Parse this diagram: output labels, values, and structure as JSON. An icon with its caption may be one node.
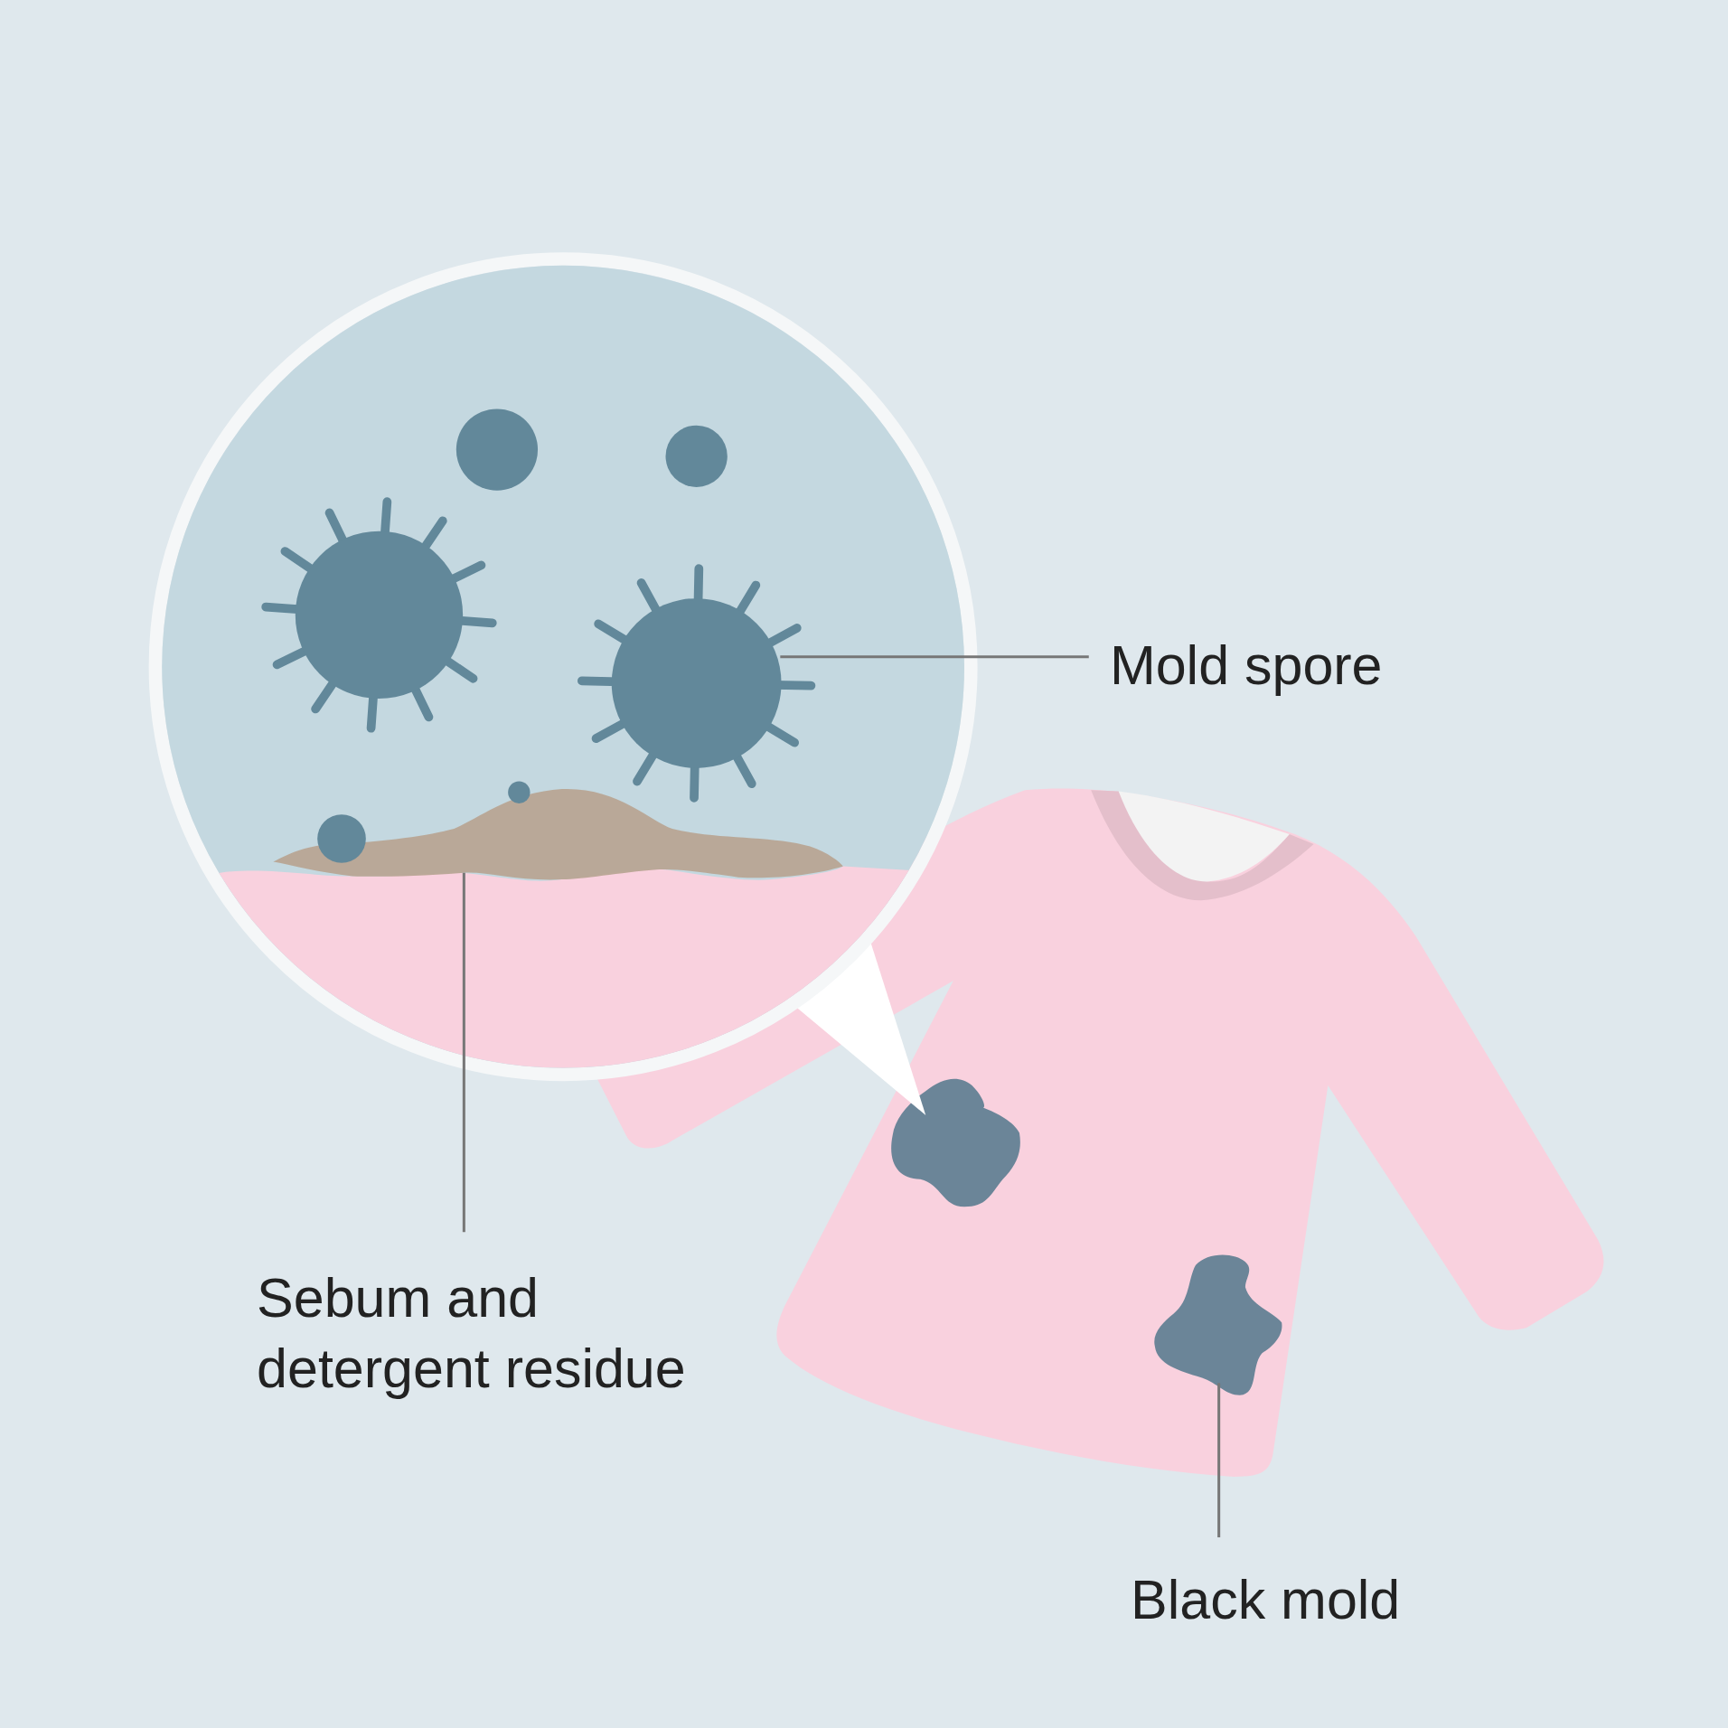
{
  "diagram": {
    "nodes": [
      {
        "text": [
          "Mold spore"
        ]
      },
      {
        "text": [],
        "shape": "picture"
      },
      {
        "text": [
          "Sebum and detergent residue"
        ]
      },
      {
        "text": [],
        "shape": "picture"
      },
      {
        "text": [
          "Black mold"
        ]
      },
      {
        "text": [],
        "shape": "picture"
      }
    ],
    "edges": [
      {
        "from": 0,
        "to": 1,
        "arrow": "none"
      },
      {
        "from": 2,
        "to": 3,
        "arrow": "none"
      },
      {
        "from": 4,
        "to": 5,
        "arrow": "none"
      }
    ]
  }
}
